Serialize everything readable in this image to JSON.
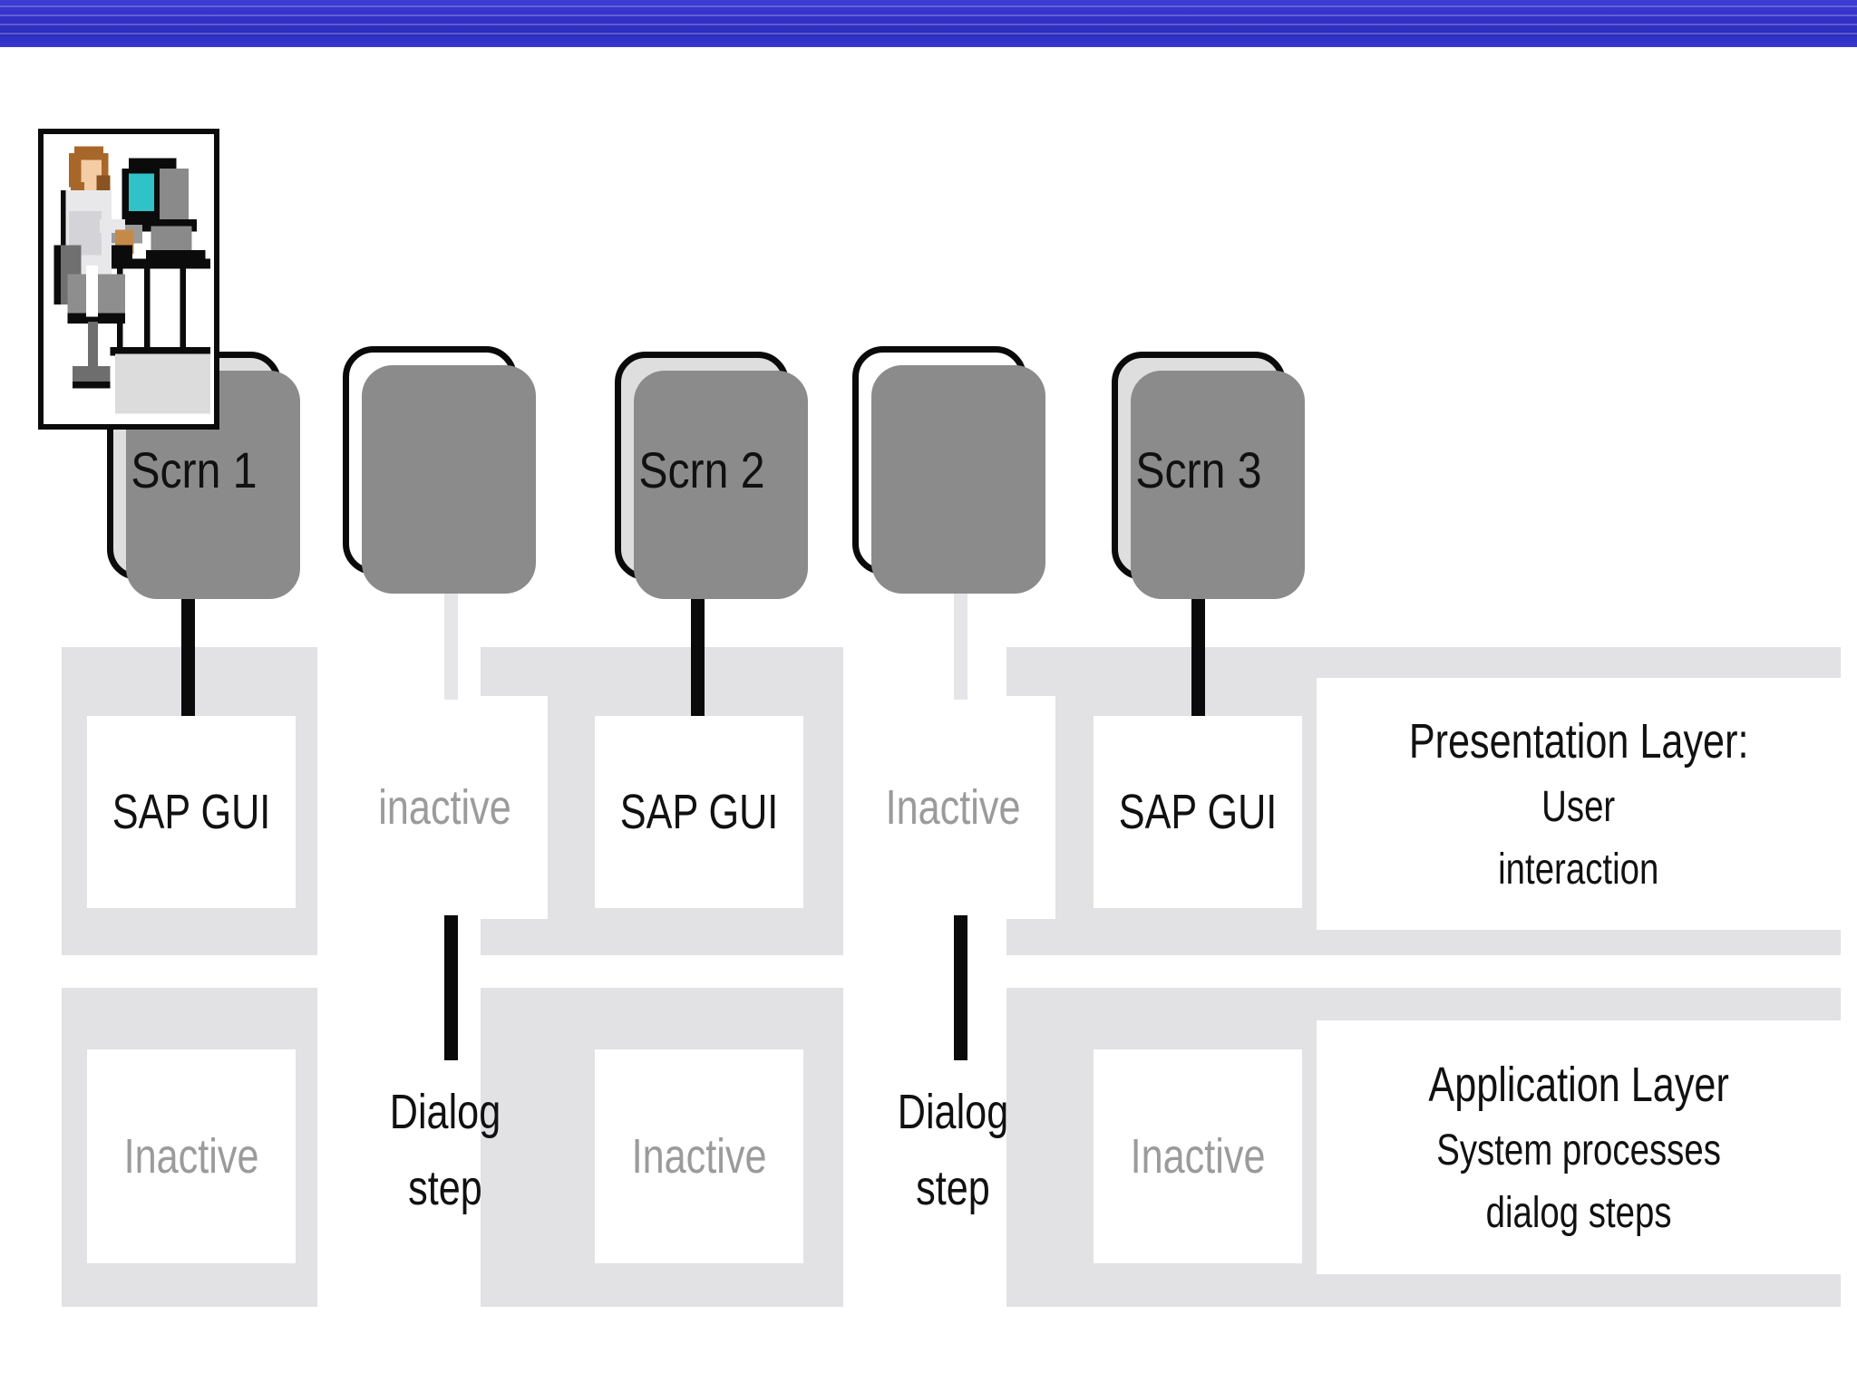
{
  "top_band": {
    "color": "#3232c8"
  },
  "clipart": {
    "name": "user-at-computer-clipart",
    "screen_color": "#2fc2c6",
    "hair_color": "#a8672a",
    "coat_color": "#e8e8ea",
    "chair_color": "#7a7a7a"
  },
  "screens": [
    {
      "label": "Scrn 1",
      "state": "active"
    },
    {
      "label": "",
      "state": "idle"
    },
    {
      "label": "Scrn 2",
      "state": "active"
    },
    {
      "label": "",
      "state": "idle"
    },
    {
      "label": "Scrn 3",
      "state": "active"
    }
  ],
  "presentation_layer": {
    "cells": [
      {
        "label": "SAP GUI",
        "state": "active"
      },
      {
        "label": "inactive",
        "state": "inactive"
      },
      {
        "label": "SAP GUI",
        "state": "active"
      },
      {
        "label": "Inactive",
        "state": "inactive"
      },
      {
        "label": "SAP GUI",
        "state": "active"
      }
    ],
    "panel": {
      "title": "Presentation Layer:",
      "line2": "User",
      "line3": "interaction"
    }
  },
  "application_layer": {
    "cells": [
      {
        "label": "Inactive",
        "state": "inactive"
      },
      {
        "label": "Dialog",
        "label2": "step",
        "state": "active"
      },
      {
        "label": "Inactive",
        "state": "inactive"
      },
      {
        "label": "Dialog",
        "label2": "step",
        "state": "active"
      },
      {
        "label": "Inactive",
        "state": "inactive"
      }
    ],
    "panel": {
      "title": "Application Layer",
      "line2": "System processes",
      "line3": "dialog steps"
    }
  },
  "colors": {
    "band": "#e2e1e4",
    "card_active": "#dedede",
    "card_idle": "#ffffff",
    "outline": "#0a0a0a",
    "shadow": "#8b8b8b",
    "inactive_text": "#9b9b9b",
    "active_text": "#111111",
    "rod_on": "#0a0a0a",
    "rod_off": "#e6e5e8"
  }
}
